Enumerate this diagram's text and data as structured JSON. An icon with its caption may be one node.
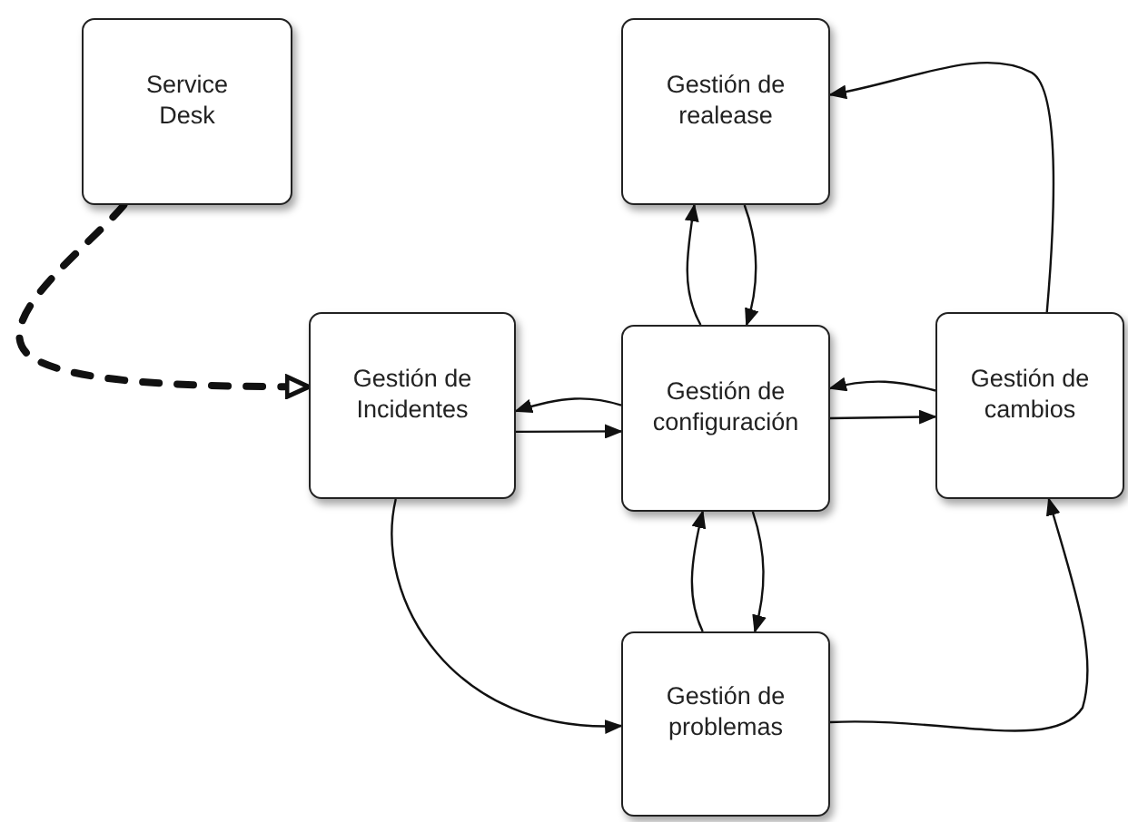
{
  "diagram": {
    "nodes": [
      {
        "text": [
          "Service Desk"
        ]
      },
      {
        "text": [
          "Gestión de Incidentes"
        ]
      },
      {
        "text": [
          "Gestión de realease"
        ]
      },
      {
        "text": [
          "Gestión de configuración"
        ]
      },
      {
        "text": [
          "Gestión de cambios"
        ]
      },
      {
        "text": [
          "Gestión de problemas"
        ]
      }
    ],
    "edges": [
      {
        "from": 0,
        "to": 1,
        "arrow": "to",
        "style": "dashed"
      },
      {
        "from": 3,
        "to": 1,
        "arrow": "to"
      },
      {
        "from": 1,
        "to": 3,
        "arrow": "to"
      },
      {
        "from": 1,
        "to": 5,
        "arrow": "to"
      },
      {
        "from": 3,
        "to": 2,
        "arrow": "to"
      },
      {
        "from": 2,
        "to": 3,
        "arrow": "to"
      },
      {
        "from": 3,
        "to": 5,
        "arrow": "to"
      },
      {
        "from": 5,
        "to": 3,
        "arrow": "to"
      },
      {
        "from": 4,
        "to": 3,
        "arrow": "to"
      },
      {
        "from": 3,
        "to": 4,
        "arrow": "to"
      },
      {
        "from": 5,
        "to": 4,
        "arrow": "to"
      },
      {
        "from": 4,
        "to": 2,
        "arrow": "to"
      }
    ]
  }
}
